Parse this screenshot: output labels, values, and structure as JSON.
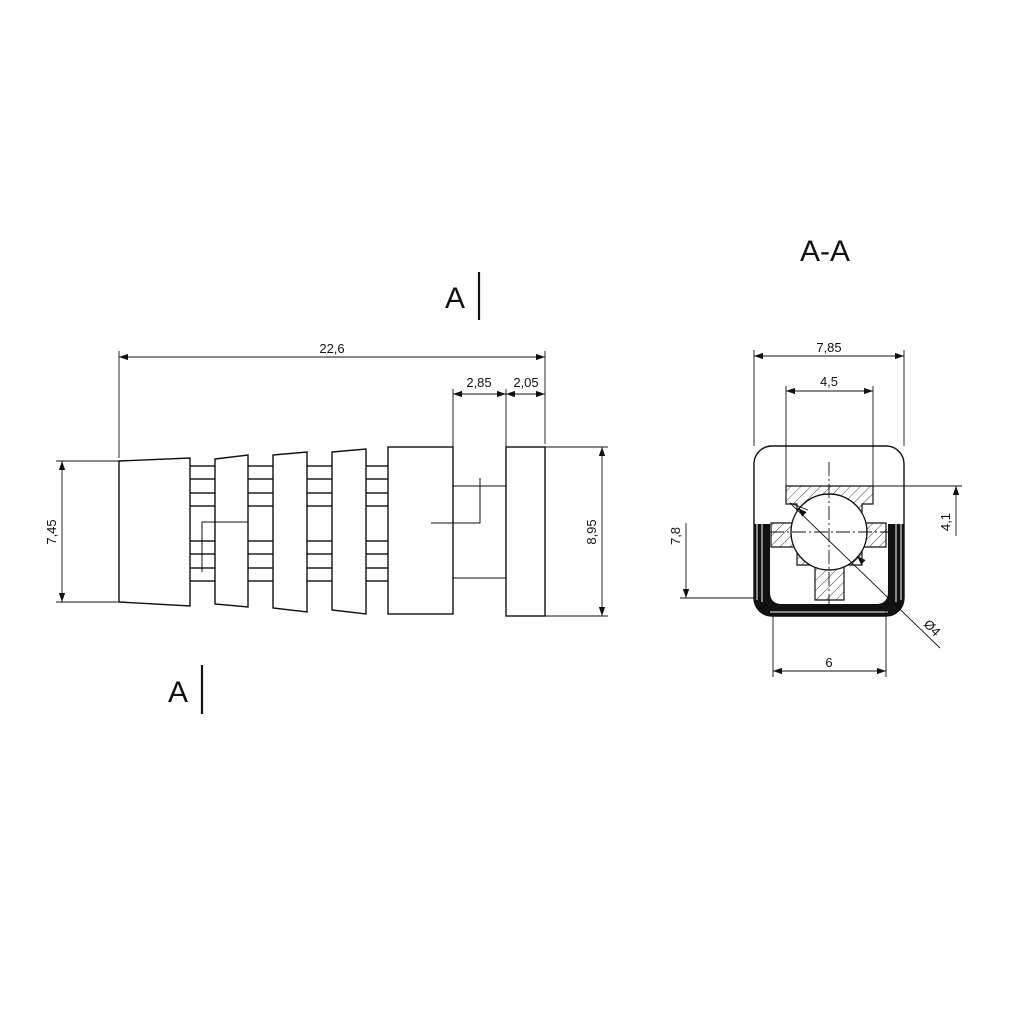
{
  "section": {
    "title": "A-A",
    "marker_top": "A",
    "marker_bottom": "A"
  },
  "side_view": {
    "overall_length": "22,6",
    "head_gap": "2,85",
    "head_width": "2,05",
    "body_height": "7,45",
    "head_height": "8,95"
  },
  "section_view": {
    "outer_width": "7,85",
    "slot_width": "4,5",
    "slot_height": "4,1",
    "height": "7,8",
    "inner_width": "6",
    "hole_diameter": "Ø4"
  },
  "colors": {
    "line": "#111111",
    "background": "#ffffff"
  }
}
